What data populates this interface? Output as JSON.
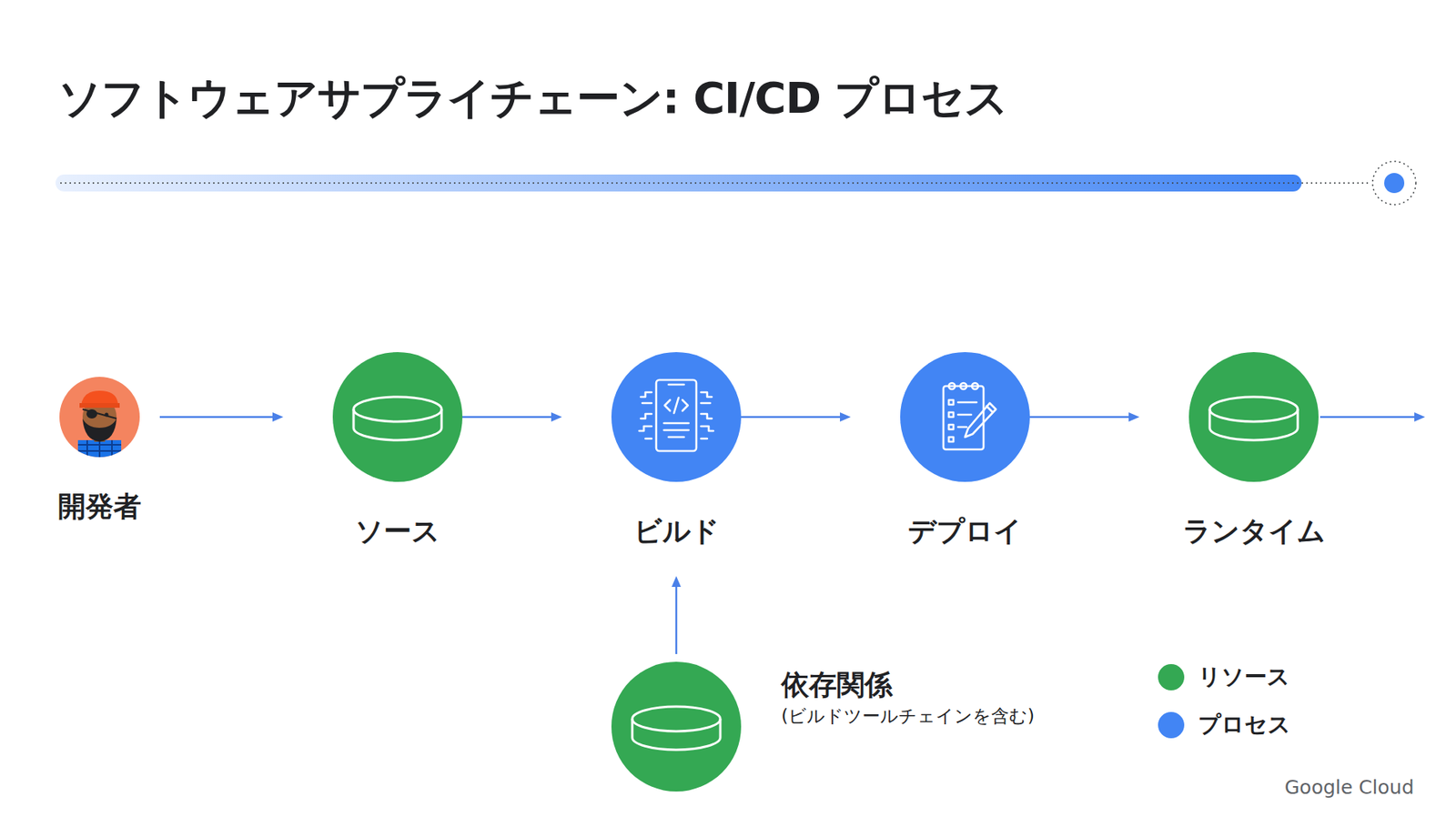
{
  "diagram": {
    "title": "ソフトウェアサプライチェーン: CI/CD プロセス",
    "nodes": [
      {
        "text": [
          "開発者"
        ]
      },
      {
        "text": [
          "ソース"
        ]
      },
      {
        "text": [
          "ビルド"
        ]
      },
      {
        "text": [
          "デプロイ"
        ]
      },
      {
        "text": [
          "ランタイム"
        ]
      },
      {
        "text": [
          "依存関係",
          "(ビルドツールチェインを含む)"
        ]
      }
    ],
    "edges": [
      {
        "from": 0,
        "to": 1,
        "arrow": "to"
      },
      {
        "from": 1,
        "to": 2,
        "arrow": "to"
      },
      {
        "from": 2,
        "to": 3,
        "arrow": "to"
      },
      {
        "from": 3,
        "to": 4,
        "arrow": "to"
      },
      {
        "from": 5,
        "to": 2,
        "arrow": "to"
      }
    ],
    "labels": [
      "Google Cloud"
    ],
    "legend": [
      {
        "text": "リソース",
        "color": "#34a853"
      },
      {
        "text": "プロセス",
        "color": "#4285f4"
      }
    ]
  }
}
